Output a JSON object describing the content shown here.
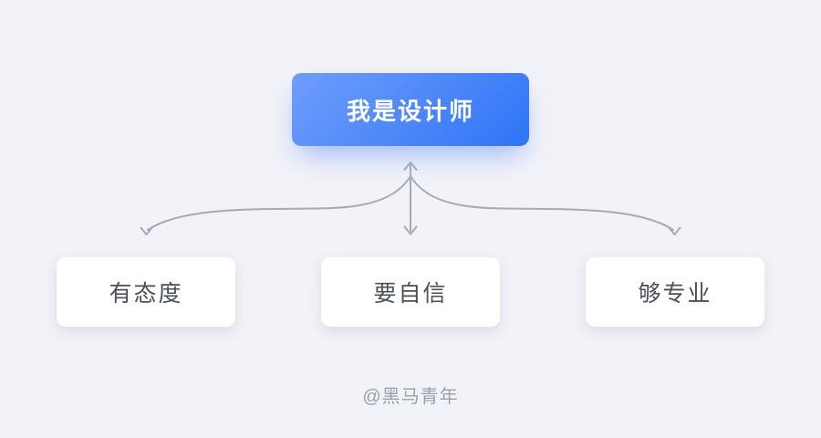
{
  "diagram": {
    "root": {
      "label": "我是设计师"
    },
    "children": [
      {
        "label": "有态度"
      },
      {
        "label": "要自信"
      },
      {
        "label": "够专业"
      }
    ]
  },
  "watermark": {
    "text": "@黑马青年"
  },
  "colors": {
    "background": "#f2f3f8",
    "root_gradient_start": "#6f9efc",
    "root_gradient_end": "#2e74f6",
    "root_text": "#ffffff",
    "child_background": "#ffffff",
    "child_text": "#4a4f58",
    "connector": "#a6aab5",
    "watermark_text": "#9aa0aa"
  }
}
